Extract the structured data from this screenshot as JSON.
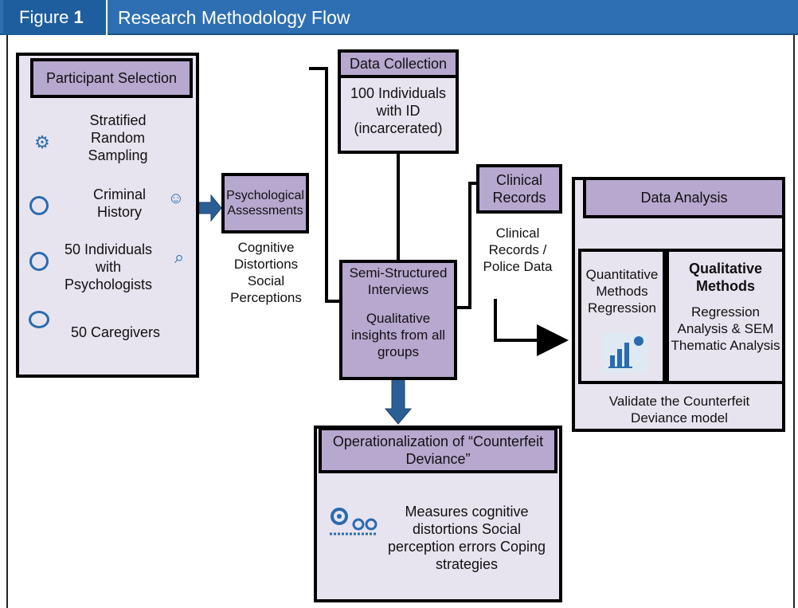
{
  "header": {
    "figure_word": "Figure",
    "figure_number": "1",
    "title": "Research Methodology Flow"
  },
  "participant_selection": {
    "title": "Participant Selection",
    "items": [
      {
        "icon": "person-gear-icon",
        "text": "Stratified Random Sampling"
      },
      {
        "icon": "circle-lock-icon",
        "text": "Criminal History"
      },
      {
        "icon": "circle-badge-icon",
        "text": "50 Individuals with Psychologists"
      },
      {
        "icon": "circle-dots-icon",
        "text": "50 Caregivers"
      }
    ],
    "side_icons": [
      "brain-people-icon",
      "magnifier-icon"
    ]
  },
  "psych": {
    "title": "Psychological Assessments",
    "notes": "Cognitive Distortions Social Perceptions"
  },
  "data_collection": {
    "title": "Data Collection",
    "body": "100 Individuals with ID (incarcerated)"
  },
  "interviews": {
    "title": "Semi-Structured Interviews",
    "body": "Qualitative insights from all groups"
  },
  "clinical": {
    "title": "Clinical Records",
    "notes": "Clinical Records / Police Data"
  },
  "analysis": {
    "title": "Data Analysis",
    "quant_text": "Quantitative Methods Regression",
    "quant_icon": "bar-chart-icon",
    "qual_title": "Qualitative Methods",
    "qual_text": "Regression Analysis & SEM Thematic Analysis",
    "footer": "Validate the Counterfeit Deviance model"
  },
  "operationalization": {
    "title": "Operationalization of “Counterfeit Deviance”",
    "icon": "gears-process-icon",
    "body": "Measures cognitive distortions Social perception errors Coping strategies"
  },
  "colors": {
    "header_blue": "#2e6fb3",
    "box_lavender": "#e8e4ef",
    "header_lavender": "#b7a8cf",
    "arrow_blue": "#2a5f96",
    "icon_blue": "#2a6bb0"
  }
}
